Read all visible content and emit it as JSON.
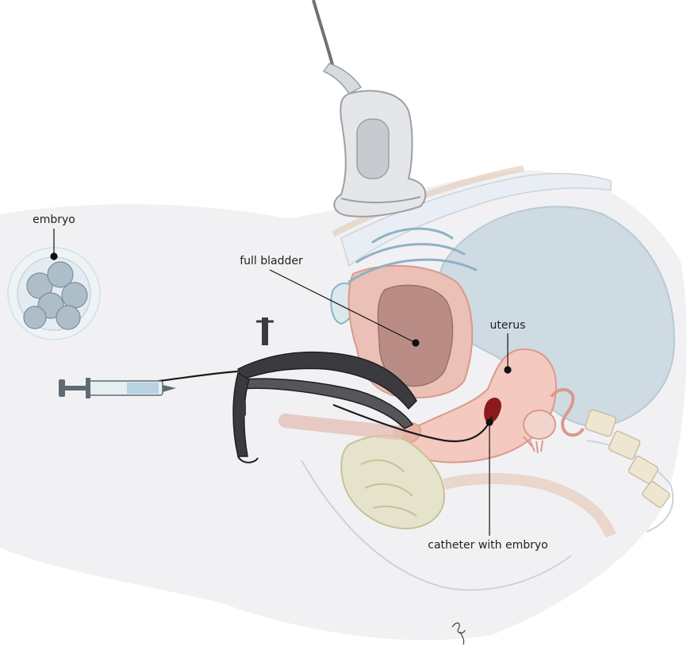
{
  "labels": {
    "embryo": "embryo",
    "full_bladder": "full bladder",
    "uterus": "uterus",
    "catheter": "catheter with embryo"
  },
  "colors": {
    "body": "#f1f1f3",
    "pelvis_line": "#ccd3da",
    "bladder_fill": "#b98d86",
    "bladder_wall": "#ebc0b6",
    "uterus": "#f4c9bf",
    "uterus_outline": "#d99a8c",
    "intestine": "#e6e3cc",
    "intestine_outline": "#c7c194",
    "peritoneum": "#cfdbe3",
    "peritoneum_dark": "#b9c9d4",
    "spine_bone": "#efe6d2",
    "probe": "#e4e6e8",
    "probe_dark": "#9aa0a6",
    "speculum": "#3a3a3f",
    "ultrasound_wave": "#8fb1c3",
    "pointer": "#111111"
  },
  "icons": [
    "ultrasound-probe-icon",
    "speculum-icon",
    "syringe-icon",
    "embryo-icon",
    "signature-icon"
  ]
}
